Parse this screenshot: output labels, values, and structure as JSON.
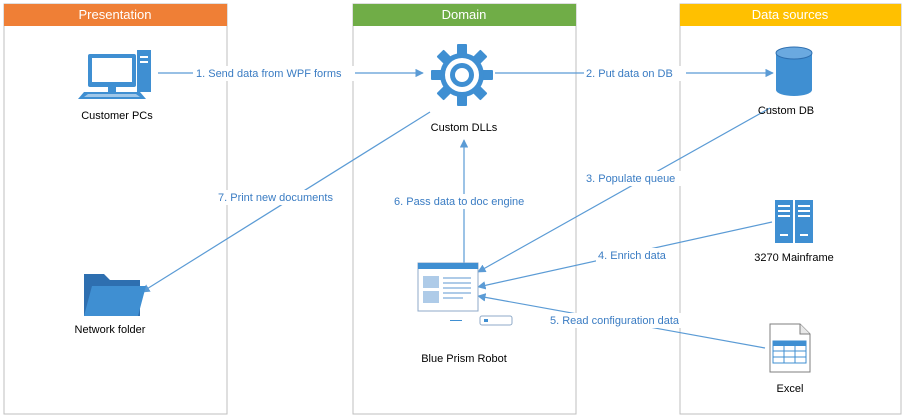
{
  "colors": {
    "presentation": "#ef7f36",
    "domain": "#70ad47",
    "datasources": "#ffc000",
    "arrow": "#5b9bd5",
    "label": "#3a7cc3",
    "icon_blue": "#3f8fd2",
    "icon_dark": "#2e5f8e"
  },
  "lanes": {
    "presentation": {
      "title": "Presentation"
    },
    "domain": {
      "title": "Domain"
    },
    "datasources": {
      "title": "Data sources"
    }
  },
  "nodes": {
    "customer_pcs": {
      "label": "Customer PCs",
      "icon": "computer-icon"
    },
    "network_folder": {
      "label": "Network folder",
      "icon": "folder-icon"
    },
    "custom_dlls": {
      "label": "Custom DLLs",
      "icon": "gear-icon"
    },
    "blue_prism_robot": {
      "label": "Blue Prism Robot",
      "icon": "application-window-icon"
    },
    "custom_db": {
      "label": "Custom DB",
      "icon": "database-icon"
    },
    "mainframe": {
      "label": "3270 Mainframe",
      "icon": "server-icon"
    },
    "excel": {
      "label": "Excel",
      "icon": "spreadsheet-icon"
    }
  },
  "arrows": {
    "a1": {
      "label": "1. Send data from WPF forms"
    },
    "a2": {
      "label": "2. Put data on DB"
    },
    "a3": {
      "label": "3. Populate queue"
    },
    "a4": {
      "label": "4. Enrich data"
    },
    "a5": {
      "label": "5. Read configuration data"
    },
    "a6": {
      "label": "6. Pass data to doc engine"
    },
    "a7": {
      "label": "7. Print new documents"
    }
  }
}
